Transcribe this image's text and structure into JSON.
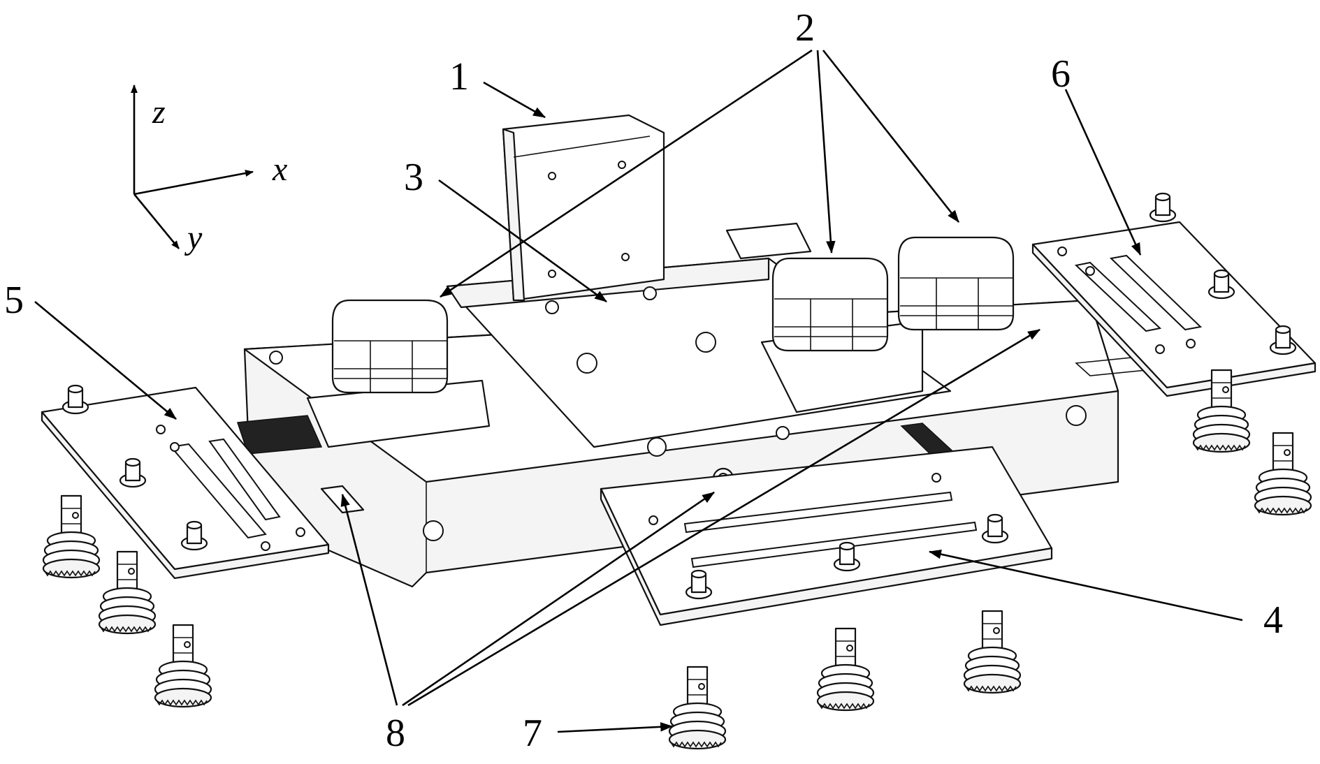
{
  "axes": {
    "z": "z",
    "x": "x",
    "y": "y"
  },
  "callouts": {
    "n1": "1",
    "n2": "2",
    "n3": "3",
    "n4": "4",
    "n5": "5",
    "n6": "6",
    "n7": "7",
    "n8": "8"
  }
}
